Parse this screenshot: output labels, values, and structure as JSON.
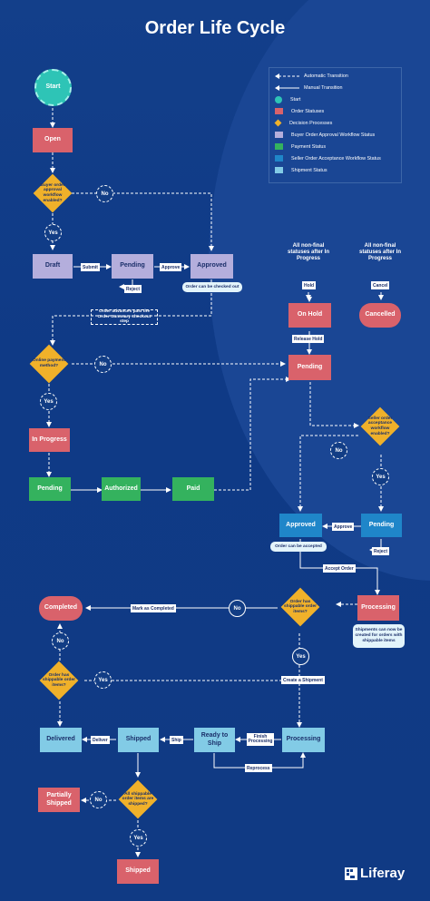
{
  "title": "Order Life Cycle",
  "brand": "Liferay",
  "colors": {
    "background": "#133f8a",
    "order_status": "#d9626b",
    "decision": "#f0b12a",
    "buyer_approval": "#b4aedc",
    "payment": "#34b25e",
    "seller_acceptance": "#1f86c9",
    "shipment": "#82cbe6",
    "start": "#2ec4b6"
  },
  "legend": {
    "auto": "Automatic Transition",
    "manual": "Manual Transition",
    "start": "Start",
    "order_statuses": "Order Statuses",
    "decision": "Decision Processes",
    "buyer": "Buyer Order Approval Workflow Status",
    "payment": "Payment Status",
    "seller": "Seller Order Acceptance Workflow Status",
    "shipment": "Shipment Status"
  },
  "nodes": {
    "start": "Start",
    "open": "Open",
    "draft": "Draft",
    "pending_buyer": "Pending",
    "approved_buyer": "Approved",
    "in_progress": "In Progress",
    "pending_pay": "Pending",
    "authorized": "Authorized",
    "paid": "Paid",
    "on_hold": "On Hold",
    "cancelled": "Cancelled",
    "pending_order": "Pending",
    "approved_seller": "Approved",
    "pending_seller": "Pending",
    "processing_order": "Processing",
    "completed": "Completed",
    "delivered": "Delivered",
    "shipped_ship": "Shipped",
    "ready_to_ship": "Ready to Ship",
    "processing_ship": "Processing",
    "partially_shipped": "Partially Shipped",
    "shipped_order": "Shipped"
  },
  "decisions": {
    "buyer_approval": "Buyer order approval workflow enabled?",
    "online_payment": "Online payment method?",
    "seller_acceptance": "Seller order acceptance workflow enabled?",
    "has_shippable": "Order has shippable order items?",
    "has_shippable2": "Order has shippable order items?",
    "all_shipped": "All shippable order items are shipped?"
  },
  "answers": {
    "no1": "No",
    "yes1": "Yes",
    "no2": "No",
    "yes2": "Yes",
    "no3": "No",
    "yes3": "Yes",
    "no4": "No",
    "yes4": "Yes",
    "no5": "No",
    "yes5": "Yes",
    "no6": "No",
    "yes6": "Yes"
  },
  "transitions": {
    "submit": "Submit",
    "approve": "Approve",
    "reject": "Reject",
    "hold": "Hold",
    "release_hold": "Release Hold",
    "cancel": "Cancel",
    "approve2": "Approve",
    "reject2": "Reject",
    "accept_order": "Accept Order",
    "mark_completed": "Mark as Completed",
    "create_shipment": "Create a Shipment",
    "deliver": "Deliver",
    "ship": "Ship",
    "finish_processing": "Finish Processing",
    "reprocess": "Reprocess"
  },
  "notes": {
    "checked_out": "Order can be checked out",
    "advances": "Order advances past the Order Summary checkout step",
    "accepted": "Order can be accepted",
    "shipments_created": "Shipments can now be created for orders with shippable items"
  },
  "conditions": {
    "non_final_1": "All non-final statuses after In Progress",
    "non_final_2": "All non-final statuses after In Progress"
  }
}
